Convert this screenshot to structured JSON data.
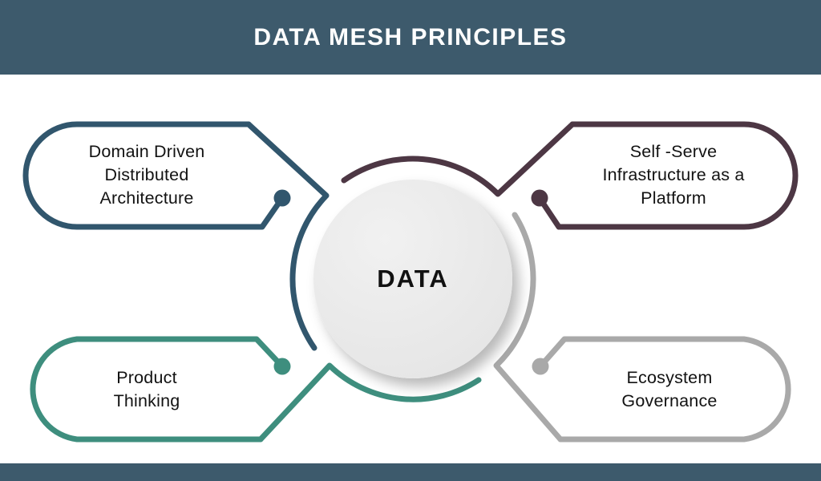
{
  "header": {
    "title": "DATA MESH PRINCIPLES"
  },
  "center": {
    "label": "DATA"
  },
  "principles": [
    {
      "id": "domain-driven-distributed-architecture",
      "position": "top-left",
      "color": "#31566d",
      "lines": [
        "Domain Driven",
        "Distributed",
        "Architecture"
      ]
    },
    {
      "id": "self-serve-infrastructure-as-a-platform",
      "position": "top-right",
      "color": "#4d3744",
      "lines": [
        "Self -Serve",
        "Infrastructure as a",
        "Platform"
      ]
    },
    {
      "id": "product-thinking",
      "position": "bottom-left",
      "color": "#3e8e7e",
      "lines": [
        "Product",
        "Thinking"
      ]
    },
    {
      "id": "ecosystem-governance",
      "position": "bottom-right",
      "color": "#a9a9a9",
      "lines": [
        "Ecosystem",
        "Governance"
      ]
    }
  ],
  "colors": {
    "header_background": "#3d5a6c",
    "footer_background": "#3d5a6c",
    "title_text": "#ffffff",
    "body_text": "#121212",
    "center_circle_fill": "#e9e9e9"
  }
}
